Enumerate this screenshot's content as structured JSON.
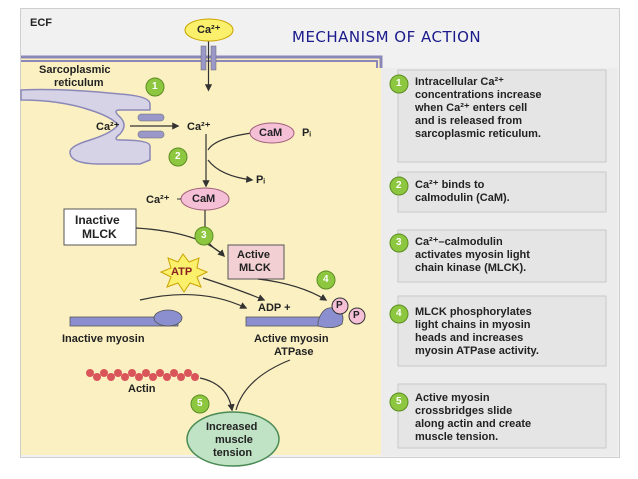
{
  "title": "MECHANISM OF ACTION",
  "ecf_label": "ECF",
  "ca_top": "Ca²⁺",
  "sr_label": [
    "Sarcoplasmic",
    "reticulum"
  ],
  "ca_sr_left": "Ca²⁺",
  "ca_sr_right": "Ca²⁺",
  "cam_top": "CaM",
  "pi_top": "Pᵢ",
  "pi_mid": "Pᵢ",
  "ca_cam_ca": "Ca²⁺",
  "ca_cam_cam": "CaM",
  "inactive_mlck": [
    "Inactive",
    "MLCK"
  ],
  "active_mlck": [
    "Active",
    "MLCK"
  ],
  "atp": "ATP",
  "adp": "ADP +",
  "p1": "P",
  "p2": "P",
  "inactive_myosin": "Inactive myosin",
  "active_myosin": [
    "Active myosin",
    "ATPase"
  ],
  "actin": "Actin",
  "tension": [
    "Increased",
    "muscle",
    "tension"
  ],
  "step_nums": [
    "1",
    "2",
    "3",
    "4",
    "5"
  ],
  "steps": [
    {
      "num": "1",
      "lines": [
        "Intracellular Ca²⁺",
        "concentrations increase",
        "when Ca²⁺ enters cell",
        "and is released from",
        "sarcoplasmic reticulum."
      ]
    },
    {
      "num": "2",
      "lines": [
        "Ca²⁺ binds to",
        "calmodulin (CaM)."
      ]
    },
    {
      "num": "3",
      "lines": [
        "Ca²⁺–calmodulin",
        "activates myosin light",
        "chain kinase (MLCK)."
      ]
    },
    {
      "num": "4",
      "lines": [
        "MLCK phosphorylates",
        "light chains in myosin",
        "heads and increases",
        "myosin ATPase activity."
      ]
    },
    {
      "num": "5",
      "lines": [
        "Active myosin",
        "crossbridges slide",
        "along actin and create",
        "muscle tension."
      ]
    }
  ],
  "colors": {
    "cell_bg": "#fbf0c2",
    "ecf_bg": "#f1f1f1",
    "sr_fill": "#d6d3e6",
    "cam_fill": "#f5bfd6",
    "atp_fill": "#fbf06b",
    "myosin": "#8b8fd0",
    "actin": "#d9555a",
    "tension_fill": "#bfe3c4",
    "step_num_fill": "#8dc63f",
    "box_fill": "#e5e5e5",
    "title_color": "#1a1a8c"
  }
}
